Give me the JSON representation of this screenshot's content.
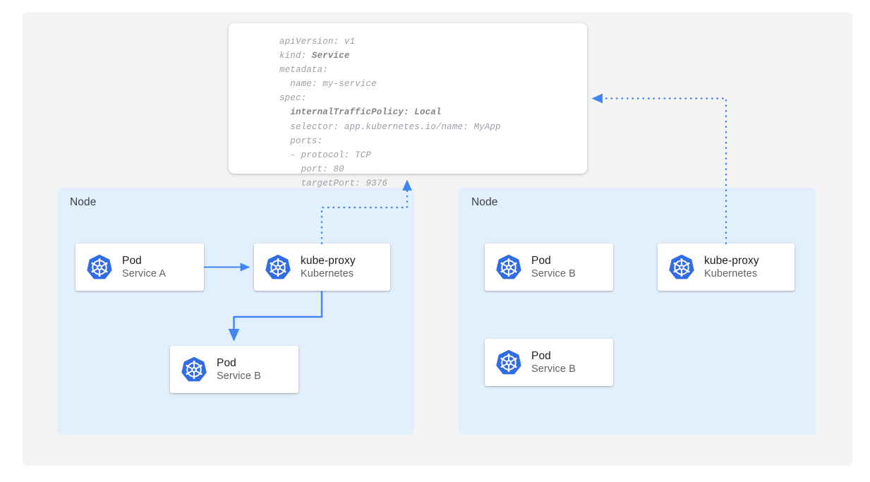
{
  "diagram": {
    "title": "Kubernetes Service internalTrafficPolicy Local",
    "canvas_background": "#f4f4f5",
    "accent_color": "#4285f4",
    "node_background": "#e2effc"
  },
  "manifest": {
    "name": "service-yaml-manifest",
    "lines": [
      {
        "text": "apiVersion: v1",
        "bold_from": null
      },
      {
        "text": "kind: Service",
        "bold_from": "Service"
      },
      {
        "text": "metadata:",
        "bold_from": null
      },
      {
        "text": "  name: my-service",
        "bold_from": null
      },
      {
        "text": "spec:",
        "bold_from": null
      },
      {
        "text": "  internalTrafficPolicy: Local",
        "bold_from": "internalTrafficPolicy: Local"
      },
      {
        "text": "  selector: app.kubernetes.io/name: MyApp",
        "bold_from": null
      },
      {
        "text": "  ports:",
        "bold_from": null
      },
      {
        "text": "  - protocol: TCP",
        "bold_from": null
      },
      {
        "text": "    port: 80",
        "bold_from": null
      },
      {
        "text": "    targetPort: 9376",
        "bold_from": null
      }
    ],
    "fields": {
      "apiVersion": "v1",
      "kind": "Service",
      "metadata_name": "my-service",
      "internalTrafficPolicy": "Local",
      "selector": "app.kubernetes.io/name: MyApp",
      "port_protocol": "TCP",
      "port": "80",
      "targetPort": "9376"
    }
  },
  "nodes": [
    {
      "label": "Node",
      "side": "left",
      "cards": [
        {
          "title": "Pod",
          "subtitle": "Service A",
          "icon": "kubernetes-icon"
        },
        {
          "title": "kube-proxy",
          "subtitle": "Kubernetes",
          "icon": "kubernetes-icon"
        },
        {
          "title": "Pod",
          "subtitle": "Service B",
          "icon": "kubernetes-icon"
        }
      ]
    },
    {
      "label": "Node",
      "side": "right",
      "cards": [
        {
          "title": "Pod",
          "subtitle": "Service B",
          "icon": "kubernetes-icon"
        },
        {
          "title": "Pod",
          "subtitle": "Service B",
          "icon": "kubernetes-icon"
        },
        {
          "title": "kube-proxy",
          "subtitle": "Kubernetes",
          "icon": "kubernetes-icon"
        }
      ]
    }
  ],
  "connectors": [
    {
      "name": "pod-a-to-kube-proxy-left",
      "style": "solid",
      "from": "Pod Service A",
      "to": "kube-proxy (left node)"
    },
    {
      "name": "kube-proxy-left-to-pod-b",
      "style": "solid",
      "from": "kube-proxy (left node)",
      "to": "Pod Service B (left node)"
    },
    {
      "name": "kube-proxy-left-to-service",
      "style": "dotted",
      "from": "kube-proxy (left node)",
      "to": "Service manifest"
    },
    {
      "name": "kube-proxy-right-to-service",
      "style": "dotted",
      "from": "kube-proxy (right node)",
      "to": "Service manifest"
    }
  ]
}
